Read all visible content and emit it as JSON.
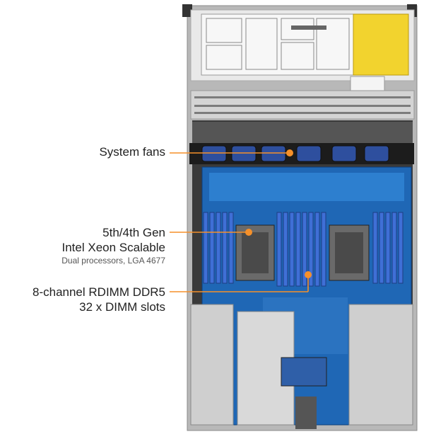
{
  "callouts": {
    "fans": {
      "title": "System fans"
    },
    "cpu": {
      "line1": "5th/4th Gen",
      "line2": "Intel Xeon Scalable",
      "sub": "Dual processors, LGA 4677"
    },
    "dimm": {
      "line1": "8-channel RDIMM DDR5",
      "line2": "32 x DIMM slots"
    }
  },
  "colors": {
    "leader": "#f5902a",
    "board": "#1f67b5",
    "dimm_slot": "#3f6fd6",
    "caution": "#f2d32e",
    "chassis": "#c9c9c9"
  },
  "icons": {
    "marker": "orange-dot"
  }
}
